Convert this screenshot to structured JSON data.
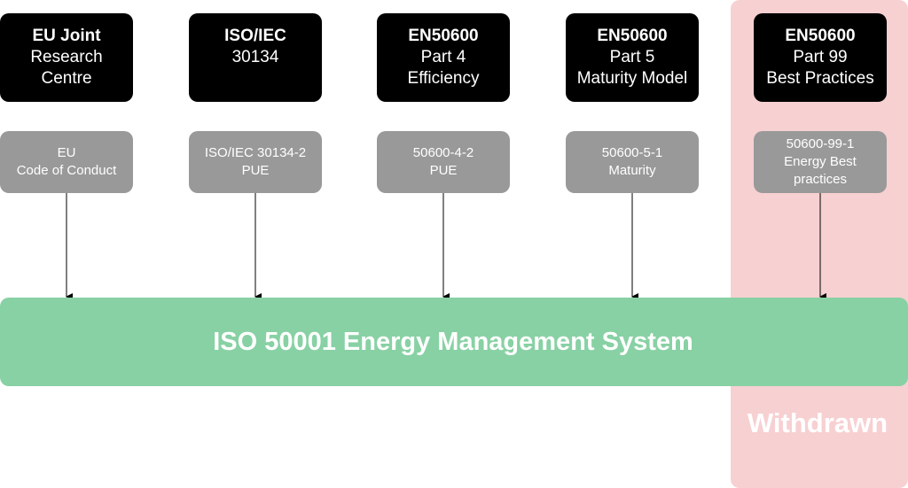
{
  "colors": {
    "header_bg": "#000000",
    "standard_bg": "#999999",
    "ems_bg": "#88d1a4",
    "withdrawn_bg": "#f7d0d2",
    "text_light": "#ffffff",
    "arrow": "#000000"
  },
  "columns": [
    {
      "id": "eu-jrc",
      "header_lines": [
        {
          "text": "EU Joint",
          "bold": true
        },
        {
          "text": "Research",
          "bold": false
        },
        {
          "text": "Centre",
          "bold": false
        }
      ],
      "standard_lines": [
        "EU",
        "Code of Conduct"
      ],
      "withdrawn": false
    },
    {
      "id": "iso-iec-30134",
      "header_lines": [
        {
          "text": "ISO/IEC",
          "bold": true
        },
        {
          "text": "30134",
          "bold": false
        }
      ],
      "standard_lines": [
        "ISO/IEC 30134-2",
        "PUE"
      ],
      "withdrawn": false
    },
    {
      "id": "en50600-part4",
      "header_lines": [
        {
          "text": "EN50600",
          "bold": true
        },
        {
          "text": "Part 4",
          "bold": false
        },
        {
          "text": "Efficiency",
          "bold": false
        }
      ],
      "standard_lines": [
        "50600-4-2",
        "PUE"
      ],
      "withdrawn": false
    },
    {
      "id": "en50600-part5",
      "header_lines": [
        {
          "text": "EN50600",
          "bold": true
        },
        {
          "text": "Part 5",
          "bold": false
        },
        {
          "text": "Maturity Model",
          "bold": false
        }
      ],
      "standard_lines": [
        "50600-5-1",
        "Maturity"
      ],
      "withdrawn": false
    },
    {
      "id": "en50600-part99",
      "header_lines": [
        {
          "text": "EN50600",
          "bold": true
        },
        {
          "text": "Part 99",
          "bold": false
        },
        {
          "text": "Best Practices",
          "bold": false
        }
      ],
      "standard_lines": [
        "50600-99-1",
        "Energy Best",
        "practices"
      ],
      "withdrawn": true
    }
  ],
  "ems_bar": {
    "label": "ISO 50001 Energy Management System"
  },
  "withdrawn_label": "Withdrawn"
}
